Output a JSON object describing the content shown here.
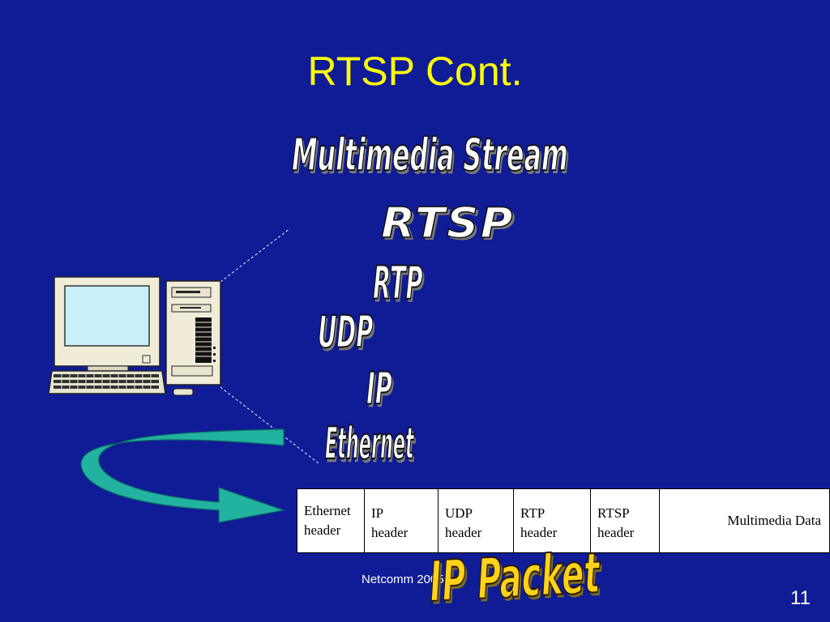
{
  "slide": {
    "title": "RTSP Cont.",
    "layers": {
      "stream": "Multimedia Stream",
      "rtsp": "RTSP",
      "rtp": "RTP",
      "udp": "UDP",
      "ip": "IP",
      "ethernet": "Ethernet"
    },
    "packet": {
      "cells": [
        [
          "Ethernet",
          "header"
        ],
        [
          "IP",
          "header"
        ],
        [
          "UDP",
          "header"
        ],
        [
          "RTP",
          "header"
        ],
        [
          "RTSP",
          "header"
        ],
        [
          "Multimedia Data"
        ]
      ],
      "label": "IP Packet"
    },
    "footer": "Netcomm 2005",
    "page_number": "11"
  },
  "colors": {
    "background": "#0f1c96",
    "title": "#ffff00",
    "arrow": "#22b2a0",
    "packet_label": "#ffd21a"
  },
  "icons": [
    "computer-icon",
    "curved-arrow-icon"
  ]
}
